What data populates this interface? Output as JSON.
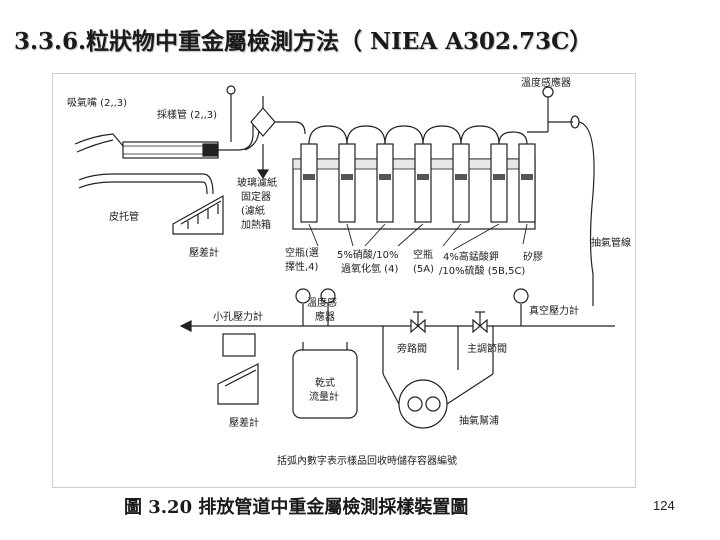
{
  "slide": {
    "title": "3.3.6.粒狀物中重金屬檢測方法（ NIEA A302.73C）",
    "caption": "圖 3.20 排放管道中重金屬檢測採樣裝置圖",
    "page_number": "124"
  },
  "diagram": {
    "labels": {
      "nozzle": "吸氣嘴 (2,,3)",
      "probe": "採樣管 (2,,3)",
      "temp_sensor_top": "溫度感應器",
      "filter_holder_1": "玻璃濾紙",
      "filter_holder_2": "固定器",
      "filter_holder_3": "(濾紙",
      "filter_holder_4": "加熱箱",
      "pitot": "皮托管",
      "manometer_1": "壓差計",
      "empty_bottle_1": "空瓶(選",
      "empty_bottle_2": "擇性,4)",
      "nitric_1": "5%硝酸/10%",
      "nitric_2": "過氧化氫 (4)",
      "empty_5a_1": "空瓶",
      "empty_5a_2": "(5A)",
      "kmno4_1": "4%高錳酸鉀",
      "kmno4_2": "/10%硫酸 (5B,5C)",
      "silica": "矽膠",
      "umbilical": "抽氣管線",
      "orifice_gauge": "小孔壓力計",
      "temp_sensor_mid_1": "溫度感",
      "temp_sensor_mid_2": "應器",
      "vacuum_gauge": "真空壓力計",
      "bypass_valve": "旁路閥",
      "main_valve": "主調節閥",
      "dry_gas_meter_1": "乾式",
      "dry_gas_meter_2": "流量計",
      "manometer_2": "壓差計",
      "pump": "抽氣幫浦",
      "footnote": "括弧內數字表示樣品回收時儲存容器編號"
    }
  }
}
